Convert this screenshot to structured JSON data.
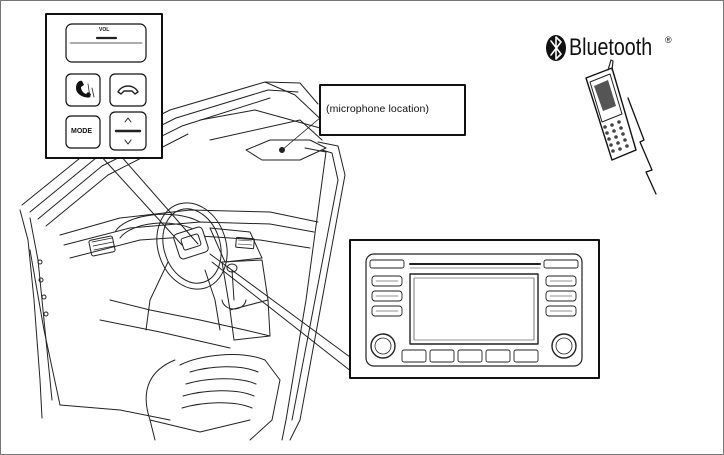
{
  "labels": {
    "microphone": "(microphone location)",
    "bluetooth_word": "Bluetooth",
    "bluetooth_reg": "®"
  },
  "switch_panel": {
    "vol_label": "VOL",
    "mode_label": "MODE"
  },
  "icons": [
    "bluetooth-logo-icon",
    "phone-answer-icon",
    "phone-hangup-icon",
    "mobile-phone-icon",
    "wireless-signal-icon"
  ],
  "colors": {
    "line": "#222222",
    "background": "#ffffff"
  }
}
